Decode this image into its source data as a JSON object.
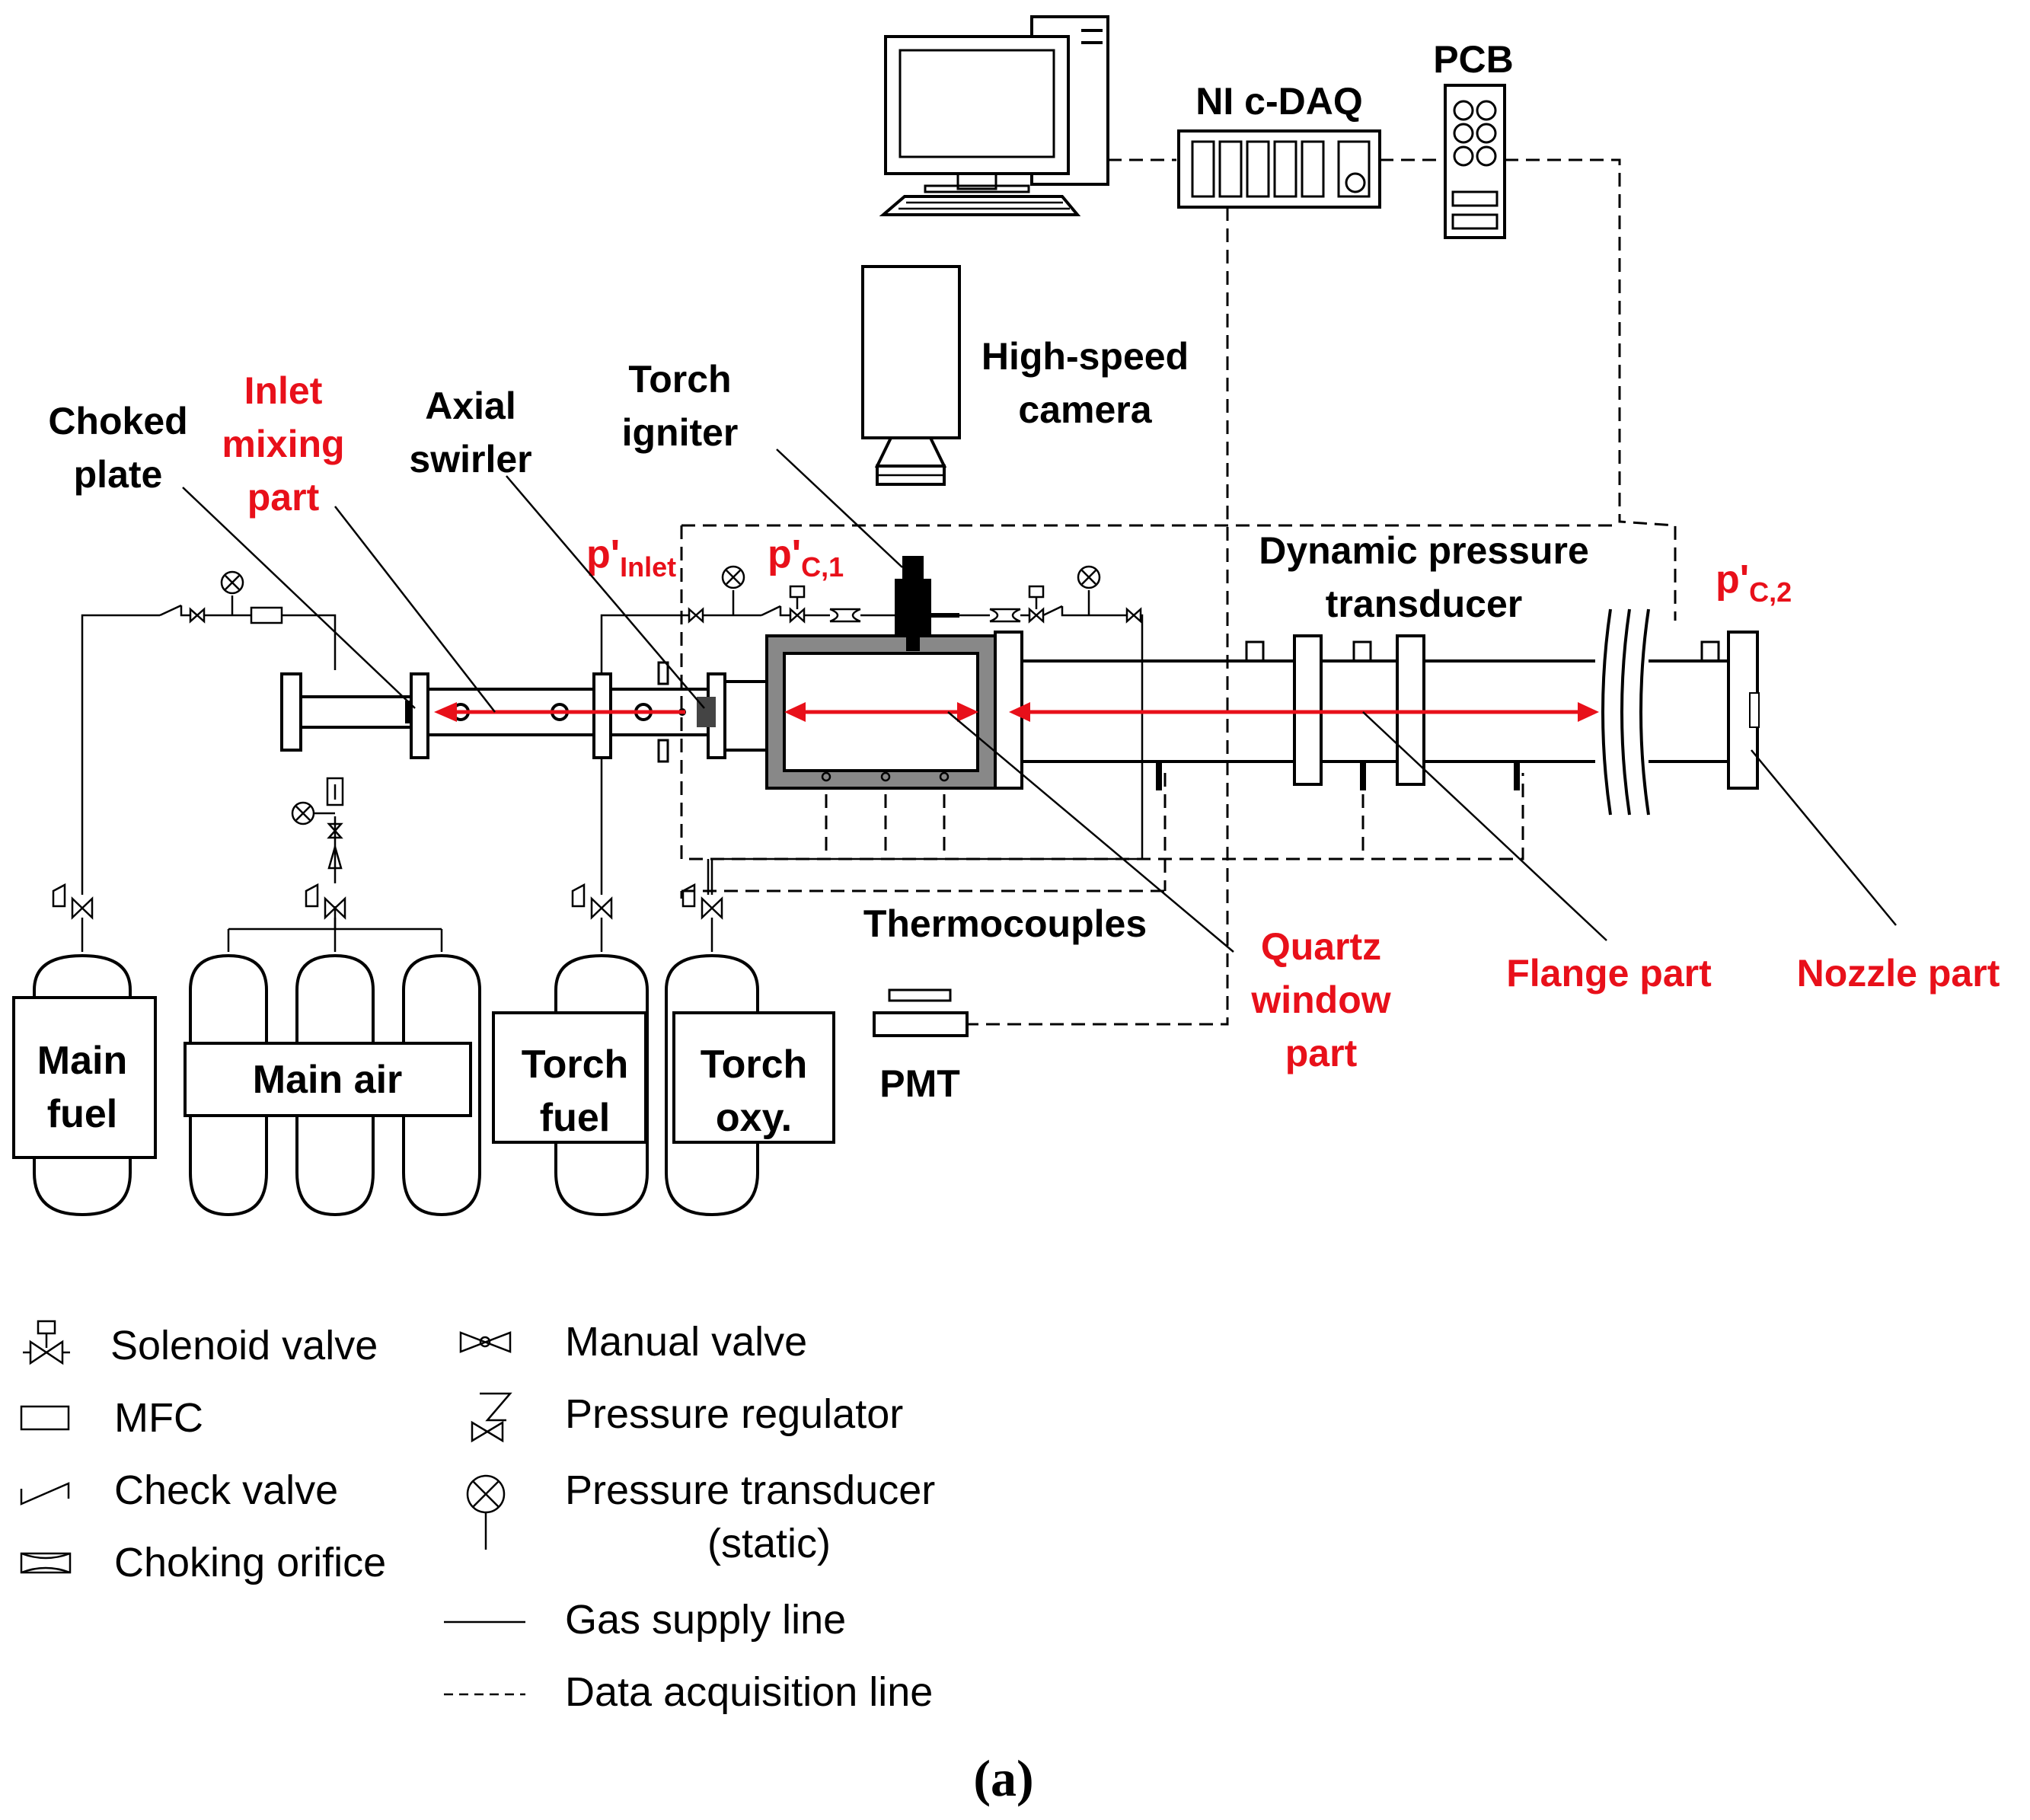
{
  "labels": {
    "pcb": "PCB",
    "ni_daq": "NI c-DAQ",
    "camera_1": "High-speed",
    "camera_2": "camera",
    "torch_igniter_1": "Torch",
    "torch_igniter_2": "igniter",
    "axial_swirler_1": "Axial",
    "axial_swirler_2": "swirler",
    "choked_plate_1": "Choked",
    "choked_plate_2": "plate",
    "inlet_mixing_1": "Inlet",
    "inlet_mixing_2": "mixing",
    "inlet_mixing_3": "part",
    "dyn_pressure_1": "Dynamic pressure",
    "dyn_pressure_2": "transducer",
    "thermocouples": "Thermocouples",
    "pmt": "PMT",
    "quartz_1": "Quartz",
    "quartz_2": "window",
    "quartz_3": "part",
    "flange_part": "Flange part",
    "nozzle_part": "Nozzle part",
    "p_inlet_main": "p'",
    "p_inlet_sub": "Inlet",
    "p_c1_main": "p'",
    "p_c1_sub": "C,1",
    "p_c2_main": "p'",
    "p_c2_sub": "C,2"
  },
  "tanks": {
    "main_fuel_1": "Main",
    "main_fuel_2": "fuel",
    "main_air": "Main air",
    "torch_fuel_1": "Torch",
    "torch_fuel_2": "fuel",
    "torch_oxy_1": "Torch",
    "torch_oxy_2": "oxy."
  },
  "legend": {
    "solenoid_valve": "Solenoid valve",
    "mfc": "MFC",
    "check_valve": "Check valve",
    "choking_orifice": "Choking orifice",
    "manual_valve": "Manual valve",
    "pressure_regulator": "Pressure regulator",
    "pressure_transducer_1": "Pressure transducer",
    "pressure_transducer_2": "(static)",
    "gas_supply_line": "Gas supply line",
    "data_acquisition_line": "Data acquisition line"
  },
  "caption": "(a)",
  "colors": {
    "highlight": "#e8101a",
    "line": "#000000"
  }
}
